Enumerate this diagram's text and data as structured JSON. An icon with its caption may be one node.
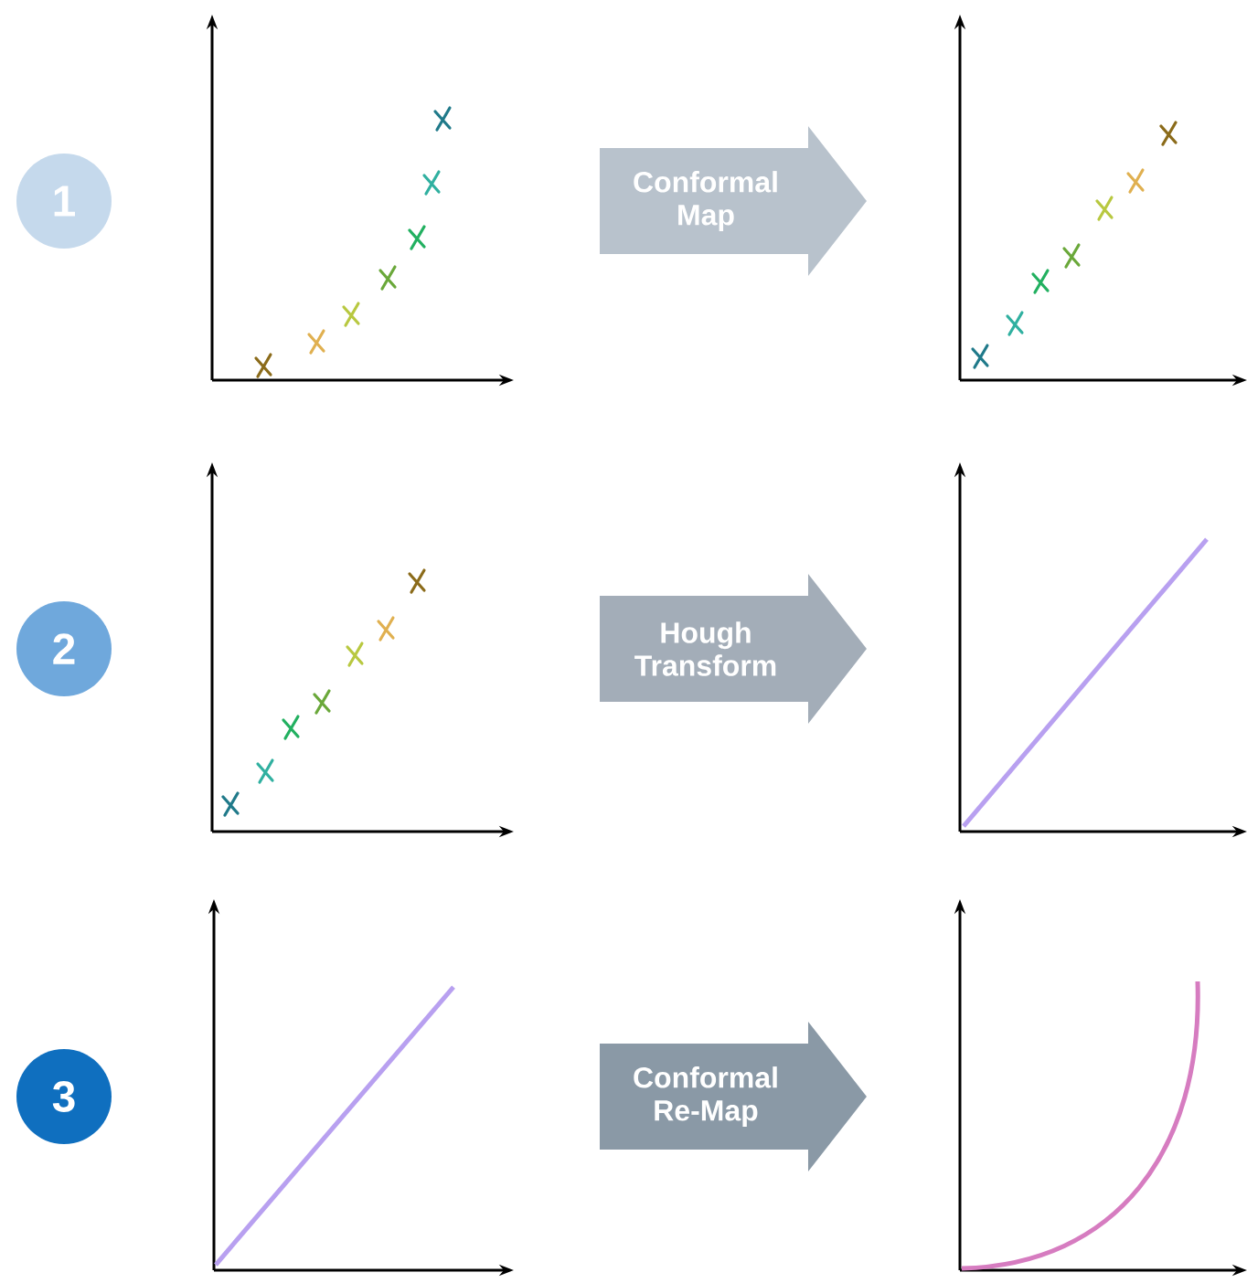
{
  "diagram": {
    "nodes": [
      {
        "text": [
          "1"
        ]
      },
      {
        "text": [],
        "shape": "picture"
      },
      {
        "text": [
          "Conformal Map"
        ]
      },
      {
        "text": [],
        "shape": "picture"
      },
      {
        "text": [
          "2"
        ]
      },
      {
        "text": [],
        "shape": "picture"
      },
      {
        "text": [
          "Hough Transform"
        ]
      },
      {
        "text": [],
        "shape": "picture"
      },
      {
        "text": [
          "3"
        ]
      },
      {
        "text": [],
        "shape": "picture"
      },
      {
        "text": [
          "Conformal Re-Map"
        ]
      },
      {
        "text": [],
        "shape": "picture"
      }
    ]
  }
}
